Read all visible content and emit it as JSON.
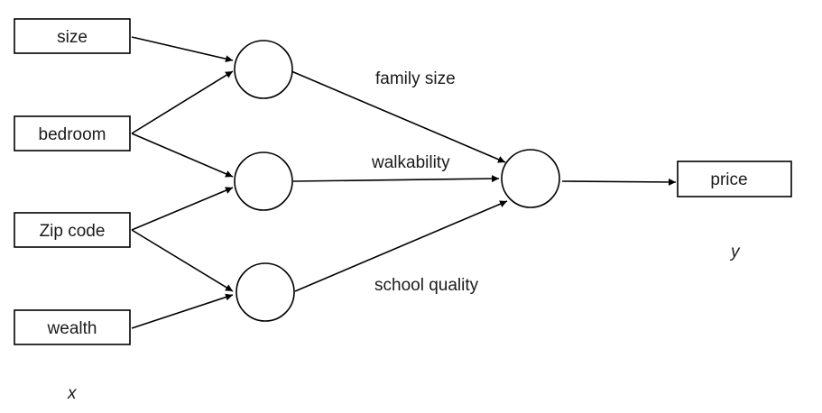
{
  "diagram": {
    "inputs": [
      "size",
      "bedroom",
      "Zip code",
      "wealth"
    ],
    "hidden_labels": [
      "family size",
      "walkability",
      "school quality"
    ],
    "output": "price",
    "input_var": "x",
    "output_var": "y",
    "colors": {
      "stroke": "#000000",
      "text": "#1a1a1a",
      "background": "#ffffff"
    }
  }
}
